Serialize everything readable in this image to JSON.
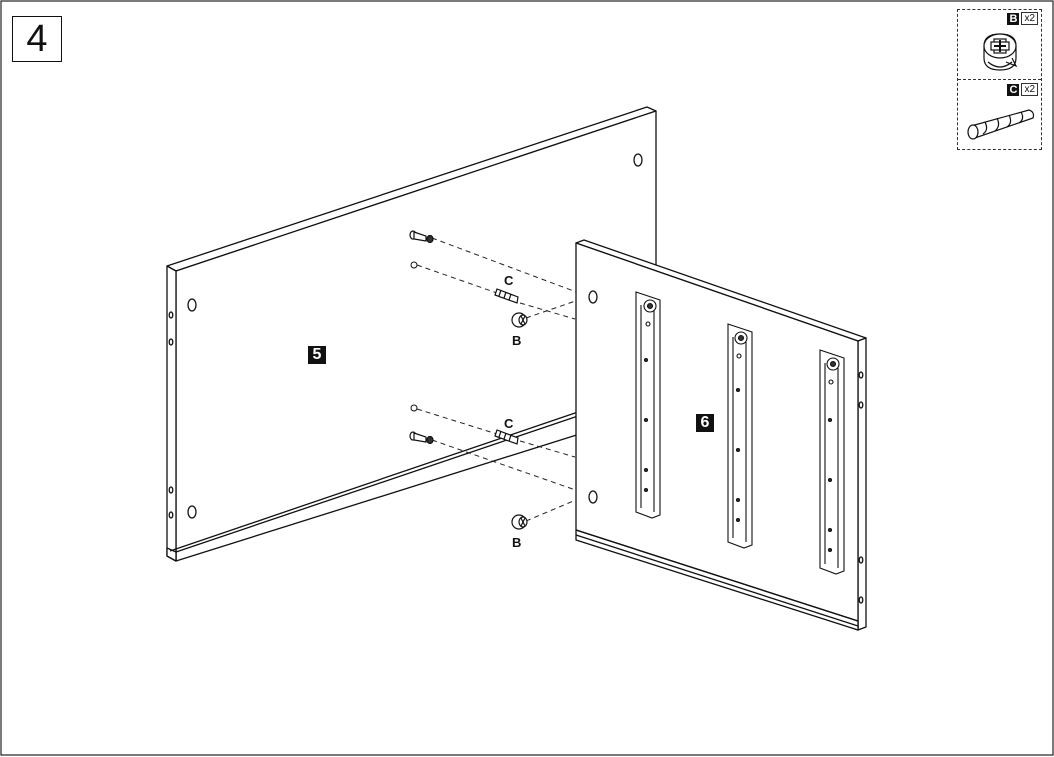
{
  "step": {
    "number": "4"
  },
  "parts": [
    {
      "letter": "B",
      "qty": "x2",
      "icon": "cam-lock-icon"
    },
    {
      "letter": "C",
      "qty": "x2",
      "icon": "wood-dowel-icon"
    }
  ],
  "panels": [
    {
      "label": "5"
    },
    {
      "label": "6"
    }
  ],
  "hardware_labels": {
    "c_upper": "C",
    "b_upper": "B",
    "c_lower": "C",
    "b_lower": "B"
  }
}
